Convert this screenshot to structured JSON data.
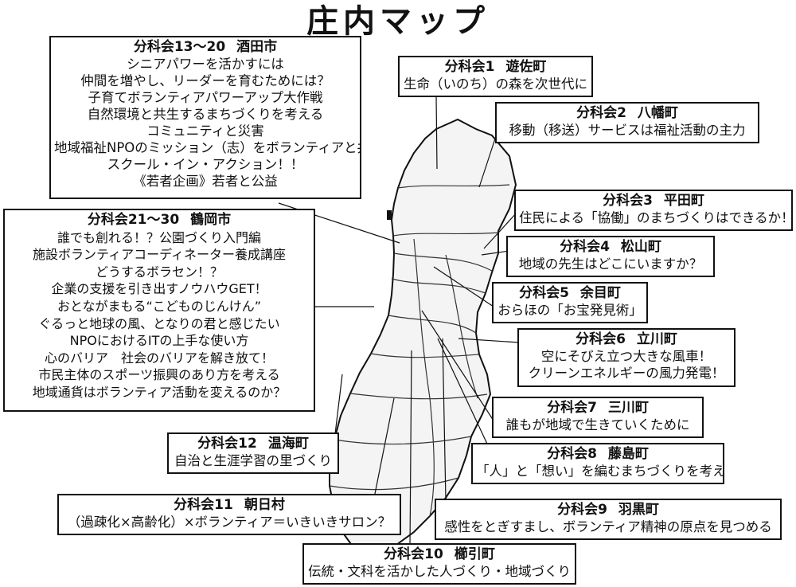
{
  "title": "庄内マップ",
  "boxes": [
    {
      "id": "b1320",
      "name": "分科会13～20",
      "town": "酒田市",
      "lines": [
        "シニアパワーを活かすには",
        "仲間を増やし、リーダーを育むためには？",
        "子育てボランティアパワーアップ大作戦",
        "自然環境と共生するまちづくりを考える",
        "コミュニティと災害",
        "地域福祉NPOのミッション（志）をボランティアと共に",
        "スクール・イン・アクション！！",
        "《若者企画》若者と公益"
      ]
    },
    {
      "id": "b2130",
      "name": "分科会21～30",
      "town": "鶴岡市",
      "lines": [
        "誰でも創れる！？公園づくり入門編",
        "施設ボランティアコーディネーター養成講座",
        "どうするボラセン！？",
        "企業の支援を引き出すノウハウGET！",
        "おとながまもる“こどものじんけん”",
        "ぐるっと地球の風、となりの君と感じたい",
        "NPOにおけるITの上手な使い方",
        "心のバリア　社会のバリアを解き放て！",
        "市民主体のスポーツ振興のあり方を考える",
        "地域通貨はボランティア活動を変えるのか？"
      ]
    },
    {
      "id": "b1",
      "name": "分科会1",
      "town": "遊佐町",
      "lines": [
        "生命（いのち）の森を次世代に"
      ]
    },
    {
      "id": "b2",
      "name": "分科会2",
      "town": "八幡町",
      "lines": [
        "移動（移送）サービスは福祉活動の主力"
      ]
    },
    {
      "id": "b3",
      "name": "分科会3",
      "town": "平田町",
      "lines": [
        "住民による「協働」のまちづくりはできるか！"
      ]
    },
    {
      "id": "b4",
      "name": "分科会4",
      "town": "松山町",
      "lines": [
        "地域の先生はどこにいますか？"
      ]
    },
    {
      "id": "b5",
      "name": "分科会5",
      "town": "余目町",
      "lines": [
        "おらほの「お宝発見術」"
      ]
    },
    {
      "id": "b6",
      "name": "分科会6",
      "town": "立川町",
      "lines": [
        "空にそびえ立つ大きな風車！",
        "クリーンエネルギーの風力発電！"
      ]
    },
    {
      "id": "b7",
      "name": "分科会7",
      "town": "三川町",
      "lines": [
        "誰もが地域で生きていくために"
      ]
    },
    {
      "id": "b8",
      "name": "分科会8",
      "town": "藤島町",
      "lines": [
        "「人」と「想い」を編むまちづくりを考える"
      ]
    },
    {
      "id": "b9",
      "name": "分科会9",
      "town": "羽黒町",
      "lines": [
        "感性をとぎすまし、ボランティア精神の原点を見つめる"
      ]
    },
    {
      "id": "b10",
      "name": "分科会10",
      "town": "櫛引町",
      "lines": [
        "伝統・文科を活かした人づくり・地域づくり"
      ]
    },
    {
      "id": "b11",
      "name": "分科会11",
      "town": "朝日村",
      "lines": [
        "（過疎化×高齢化）×ボランティア＝いきいきサロン？"
      ]
    },
    {
      "id": "b12",
      "name": "分科会12",
      "town": "温海町",
      "lines": [
        "自治と生涯学習の里づくり"
      ]
    }
  ]
}
